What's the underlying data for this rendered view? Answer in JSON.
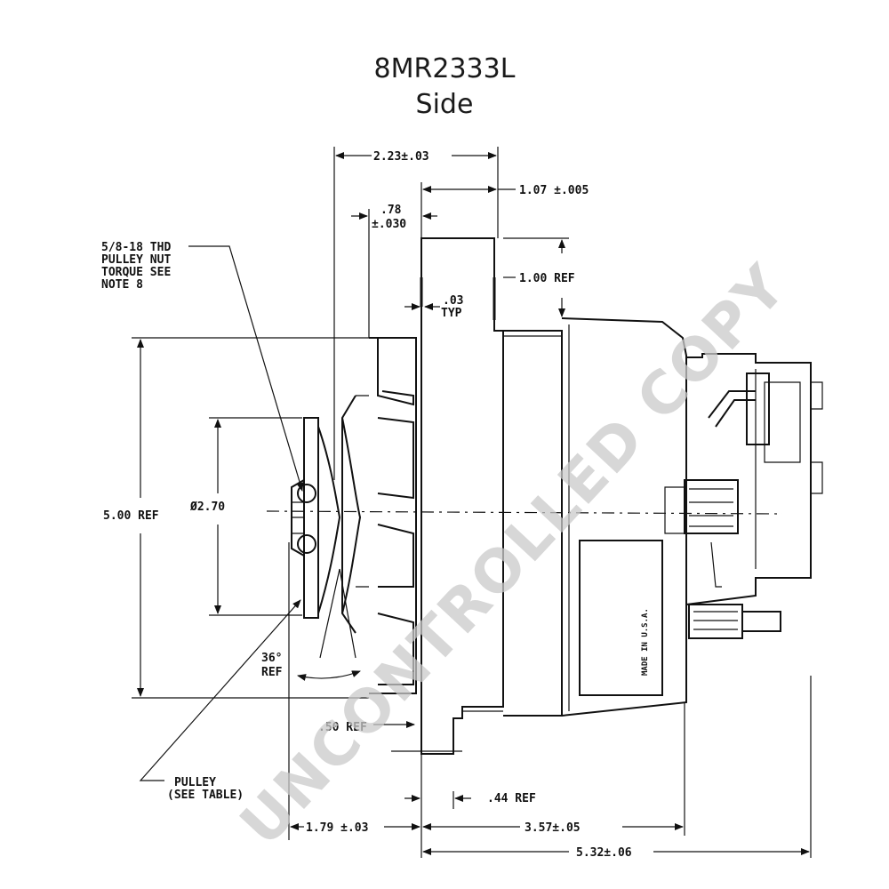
{
  "title": {
    "part_number": "8MR2333L",
    "view": "Side"
  },
  "dimensions": {
    "overall_front_to_pulley": "2.23±.03",
    "mount_ear_width": "1.07 ±.005",
    "fan_offset_value": ".78",
    "fan_offset_tol": "±.030",
    "ear_height": "1.00 REF",
    "gap_value": ".03",
    "gap_typ": "TYP",
    "height": "5.00 REF",
    "pulley_diameter": "Ø2.70",
    "groove_angle_value": "36°",
    "groove_angle_ref": "REF",
    "partial_ref": ".50 REF",
    "ear_offset": ".44 REF",
    "pulley_to_ear": "1.79 ±.03",
    "ear_to_rear": "3.57±.05",
    "overall_length": "5.32±.06"
  },
  "notes": {
    "pulley_nut": [
      "5/8-18 THD",
      "PULLEY NUT",
      "TORQUE SEE",
      "NOTE 8"
    ],
    "pulley": [
      "PULLEY",
      "(SEE TABLE)"
    ]
  },
  "nameplate": {
    "line1": "MADE IN U.S.A.",
    "line2": ""
  },
  "watermark": "UNCONTROLLED COPY"
}
